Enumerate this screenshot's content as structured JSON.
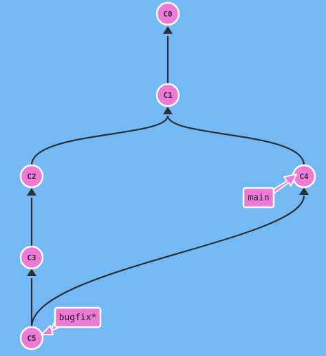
{
  "colors": {
    "background": "#72b9f5",
    "node_fill": "#ec7ad6",
    "ref_fill": "#ec7ad6",
    "edge": "#2c2e33",
    "outline": "#ffffff"
  },
  "commits": [
    {
      "id": "c0",
      "label": "C0"
    },
    {
      "id": "c1",
      "label": "C1"
    },
    {
      "id": "c2",
      "label": "C2"
    },
    {
      "id": "c3",
      "label": "C3"
    },
    {
      "id": "c4",
      "label": "C4"
    },
    {
      "id": "c5",
      "label": "C5"
    }
  ],
  "parent_links": [
    {
      "child": "c1",
      "parent": "c0"
    },
    {
      "child": "c2",
      "parent": "c1"
    },
    {
      "child": "c4",
      "parent": "c1"
    },
    {
      "child": "c3",
      "parent": "c2"
    },
    {
      "child": "c5",
      "parent": "c3"
    },
    {
      "child": "c5",
      "parent": "c4"
    }
  ],
  "branches": [
    {
      "id": "main",
      "label": "main",
      "target": "c4"
    },
    {
      "id": "bugfix",
      "label": "bugfix*",
      "target": "c5"
    }
  ]
}
